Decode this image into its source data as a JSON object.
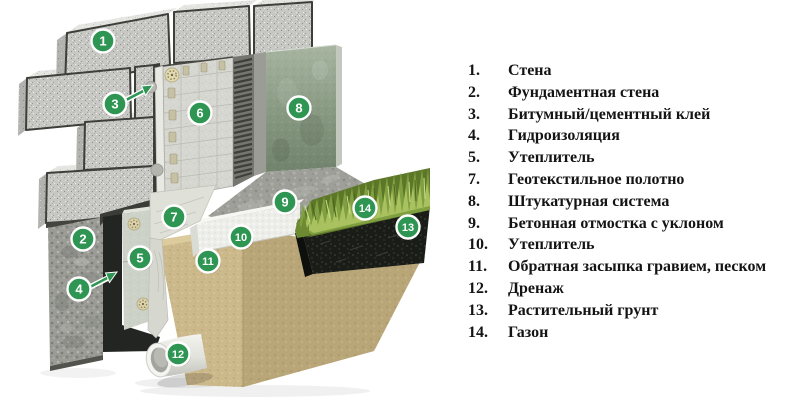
{
  "legend": {
    "items": [
      {
        "num": "1.",
        "label": "Стена"
      },
      {
        "num": "2.",
        "label": "Фундаментная стена"
      },
      {
        "num": "3.",
        "label": "Битумный/цементный клей"
      },
      {
        "num": "4.",
        "label": "Гидроизоляция"
      },
      {
        "num": "5.",
        "label": "Утеплитель"
      },
      {
        "num": "7.",
        "label": "Геотекстильное полотно"
      },
      {
        "num": "8.",
        "label": "Штукатурная система"
      },
      {
        "num": "9.",
        "label": "Бетонная отмостка с уклоном"
      },
      {
        "num": "10.",
        "label": "Утеплитель"
      },
      {
        "num": "11.",
        "label": "Обратная засыпка гравием, песком"
      },
      {
        "num": "12.",
        "label": "Дренаж"
      },
      {
        "num": "13.",
        "label": "Растительный грунт"
      },
      {
        "num": "14.",
        "label": "Газон"
      }
    ]
  },
  "diagram": {
    "callouts": {
      "c1": "1",
      "c2": "2",
      "c3": "3",
      "c4": "4",
      "c5": "5",
      "c6": "6",
      "c7": "7",
      "c8": "8",
      "c9": "9",
      "c10": "10",
      "c11": "11",
      "c12": "12",
      "c13": "13",
      "c14": "14"
    },
    "colors": {
      "callout_green": "#2E9552",
      "plaster_green": "#8A9B84",
      "grass_green": "#86A84B",
      "sand_tan": "#CCB98B",
      "soil_black": "#1A1C18",
      "concrete_gray": "#C7C8C4"
    }
  }
}
